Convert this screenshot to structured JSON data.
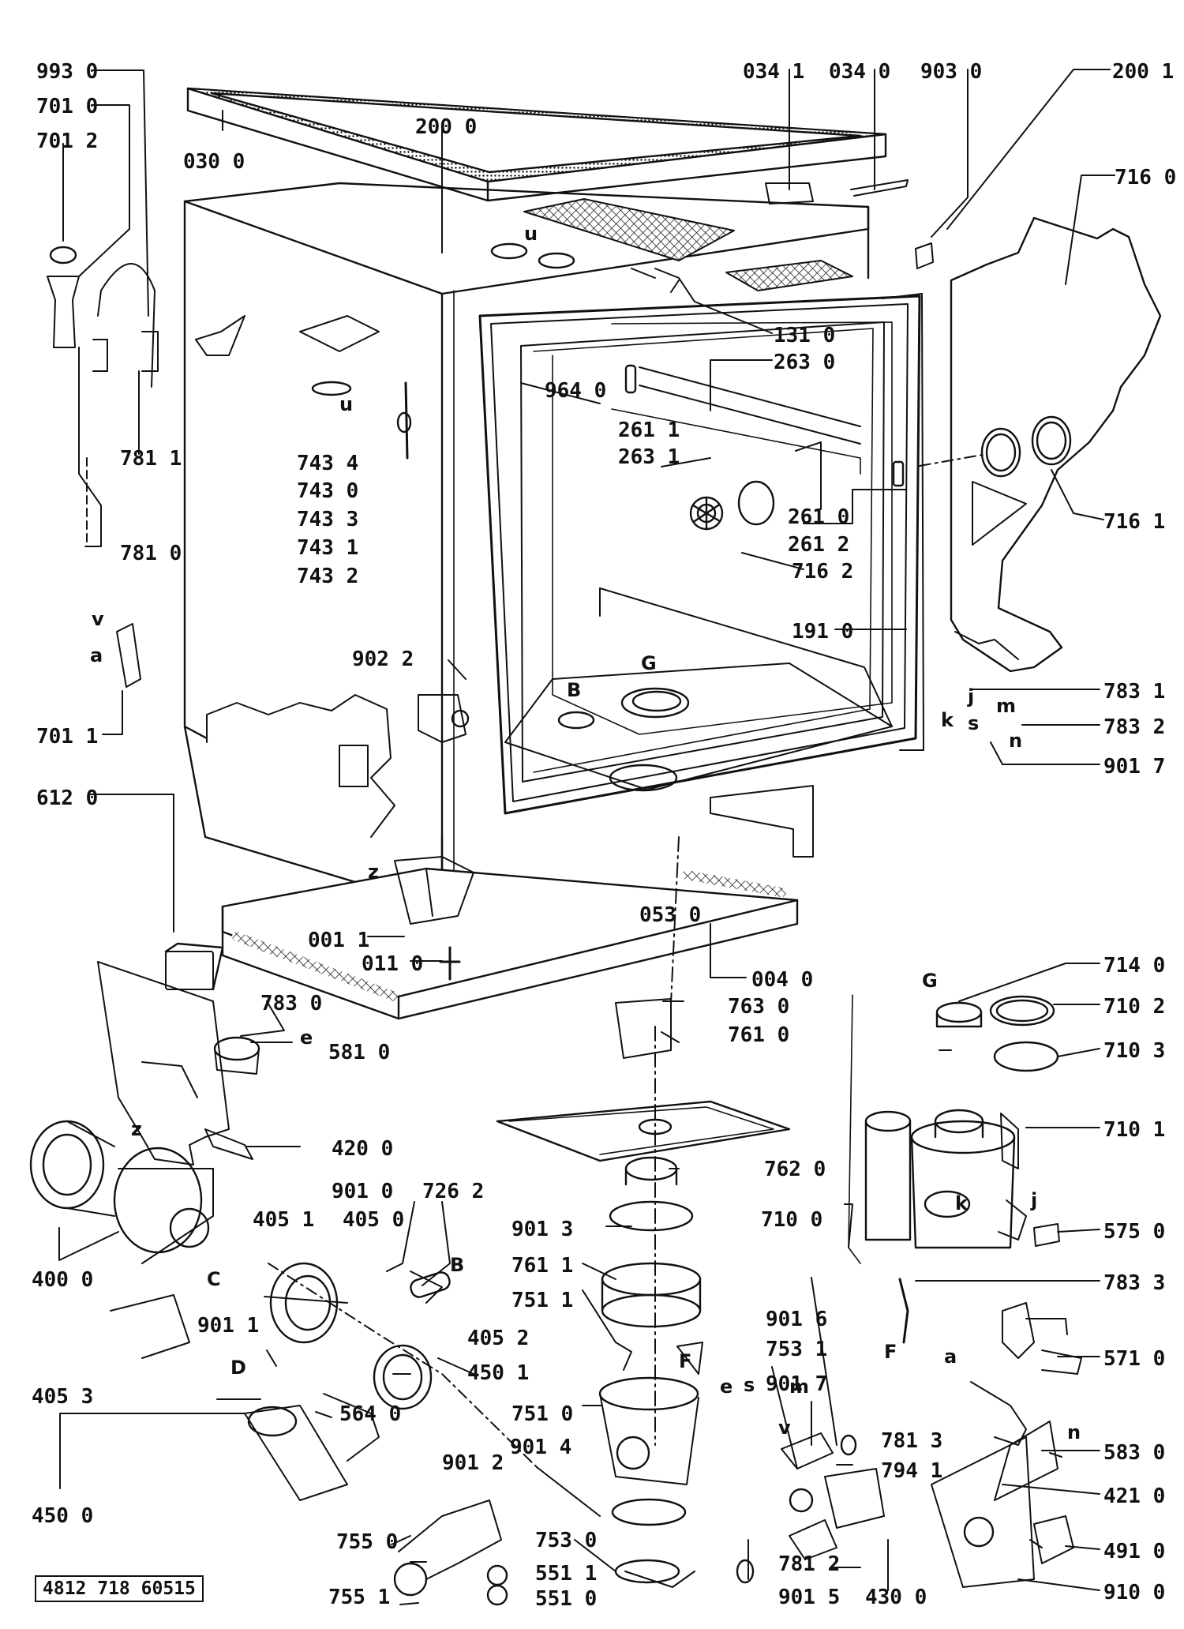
{
  "diagram": {
    "document_number": "4812 718 60515",
    "parts": [
      {
        "code": "993 0"
      },
      {
        "code": "701 0"
      },
      {
        "code": "701 2"
      },
      {
        "code": "030 0"
      },
      {
        "code": "200 0"
      },
      {
        "code": "034 1"
      },
      {
        "code": "034 0"
      },
      {
        "code": "903 0"
      },
      {
        "code": "200 1"
      },
      {
        "code": "716 0"
      },
      {
        "code": "131 0"
      },
      {
        "code": "263 0"
      },
      {
        "code": "964 0"
      },
      {
        "code": "261 1"
      },
      {
        "code": "263 1"
      },
      {
        "code": "781 1"
      },
      {
        "code": "743 4"
      },
      {
        "code": "743 0"
      },
      {
        "code": "743 3"
      },
      {
        "code": "743 1"
      },
      {
        "code": "743 2"
      },
      {
        "code": "781 0"
      },
      {
        "code": "261 0"
      },
      {
        "code": "261 2"
      },
      {
        "code": "716 2"
      },
      {
        "code": "716 1"
      },
      {
        "code": "191 0"
      },
      {
        "code": "902 2"
      },
      {
        "code": "783 1"
      },
      {
        "code": "783 2"
      },
      {
        "code": "701 1"
      },
      {
        "code": "901 7"
      },
      {
        "code": "612 0"
      },
      {
        "code": "053 0"
      },
      {
        "code": "001 1"
      },
      {
        "code": "011 0"
      },
      {
        "code": "004 0"
      },
      {
        "code": "714 0"
      },
      {
        "code": "763 0"
      },
      {
        "code": "783 0"
      },
      {
        "code": "761 0"
      },
      {
        "code": "710 2"
      },
      {
        "code": "581 0"
      },
      {
        "code": "710 3"
      },
      {
        "code": "420 0"
      },
      {
        "code": "710 1"
      },
      {
        "code": "901 0"
      },
      {
        "code": "726 2"
      },
      {
        "code": "762 0"
      },
      {
        "code": "405 1"
      },
      {
        "code": "405 0"
      },
      {
        "code": "710 0"
      },
      {
        "code": "901 3"
      },
      {
        "code": "575 0"
      },
      {
        "code": "400 0"
      },
      {
        "code": "761 1"
      },
      {
        "code": "783 3"
      },
      {
        "code": "751 1"
      },
      {
        "code": "901 6"
      },
      {
        "code": "901 1"
      },
      {
        "code": "753 1"
      },
      {
        "code": "405 2"
      },
      {
        "code": "901 7"
      },
      {
        "code": "571 0"
      },
      {
        "code": "450 1"
      },
      {
        "code": "405 3"
      },
      {
        "code": "751 0"
      },
      {
        "code": "564 0"
      },
      {
        "code": "781 3"
      },
      {
        "code": "583 0"
      },
      {
        "code": "901 4"
      },
      {
        "code": "794 1"
      },
      {
        "code": "901 2"
      },
      {
        "code": "421 0"
      },
      {
        "code": "450 0"
      },
      {
        "code": "753 0"
      },
      {
        "code": "755 0"
      },
      {
        "code": "491 0"
      },
      {
        "code": "551 1"
      },
      {
        "code": "781 2"
      },
      {
        "code": "755 1"
      },
      {
        "code": "551 0"
      },
      {
        "code": "901 5"
      },
      {
        "code": "430 0"
      },
      {
        "code": "910 0"
      }
    ],
    "letters": [
      {
        "t": "u"
      },
      {
        "t": "u"
      },
      {
        "t": "v"
      },
      {
        "t": "a"
      },
      {
        "t": "G"
      },
      {
        "t": "B"
      },
      {
        "t": "j"
      },
      {
        "t": "k"
      },
      {
        "t": "s"
      },
      {
        "t": "m"
      },
      {
        "t": "n"
      },
      {
        "t": "z"
      },
      {
        "t": "G"
      },
      {
        "t": "e"
      },
      {
        "t": "z"
      },
      {
        "t": "C"
      },
      {
        "t": "B"
      },
      {
        "t": "k"
      },
      {
        "t": "j"
      },
      {
        "t": "D"
      },
      {
        "t": "F"
      },
      {
        "t": "F"
      },
      {
        "t": "e"
      },
      {
        "t": "s"
      },
      {
        "t": "m"
      },
      {
        "t": "v"
      },
      {
        "t": "a"
      },
      {
        "t": "n"
      }
    ]
  }
}
